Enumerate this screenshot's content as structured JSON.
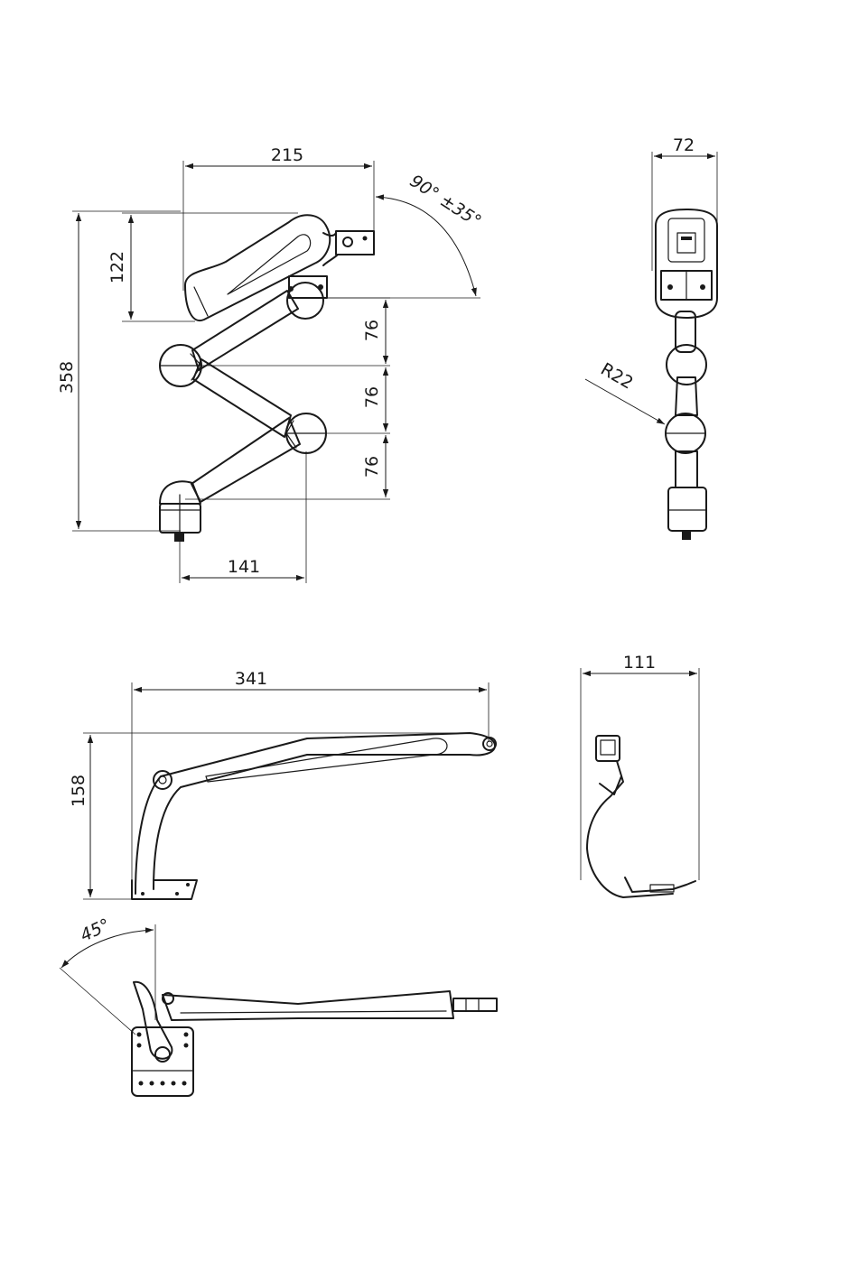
{
  "front_view": {
    "dim_width_top": "215",
    "dim_angle": "90° ±35°",
    "dim_height_head": "122",
    "dim_total_height": "358",
    "dim_segment_1": "76",
    "dim_segment_2": "76",
    "dim_segment_3": "76",
    "dim_base_offset": "141"
  },
  "side_view": {
    "dim_width": "72",
    "dim_radius": "R22"
  },
  "arm_side_view": {
    "dim_length": "341",
    "dim_height": "158"
  },
  "arm_end_view": {
    "dim_width": "111"
  },
  "arm_top_view": {
    "dim_angle": "45°"
  }
}
